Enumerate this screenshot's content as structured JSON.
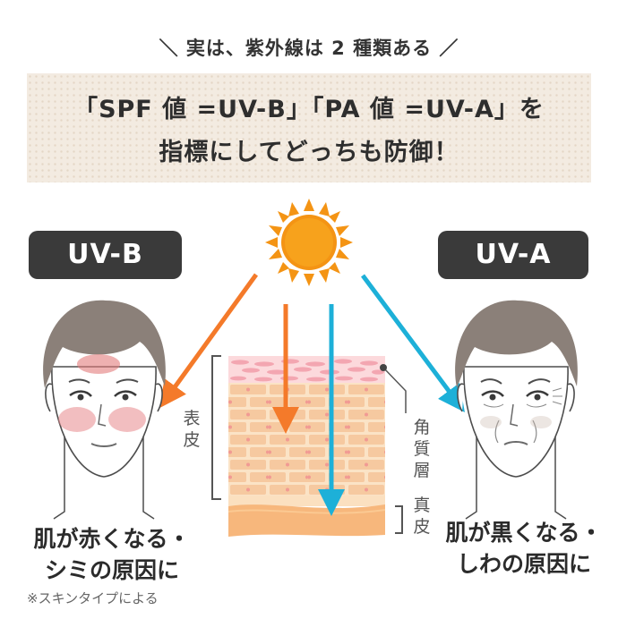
{
  "header": {
    "eyebrow": "＼ 実は、紫外線は 2 種類ある ／",
    "banner_line1": "「SPF 値 =UV-B」「PA 値 =UV-A」を",
    "banner_line2": "指標にしてどっちも防御！"
  },
  "uvb": {
    "label": "UV-B",
    "caption_line1": "肌が赤くなる・",
    "caption_line2": "シミの原因に",
    "note": "※スキンタイプによる",
    "arrow_color": "#f47a2a"
  },
  "uva": {
    "label": "UV-A",
    "caption_line1": "肌が黒くなる・",
    "caption_line2": "しわの原因に",
    "arrow_color": "#1db0d8"
  },
  "skin": {
    "epidermis_label": "表皮",
    "stratum_corneum_label": "角質層",
    "dermis_label": "真皮"
  },
  "colors": {
    "sun": "#f49414",
    "label_bg": "#3a3a3a",
    "banner_bg": "#f3ebe1"
  }
}
